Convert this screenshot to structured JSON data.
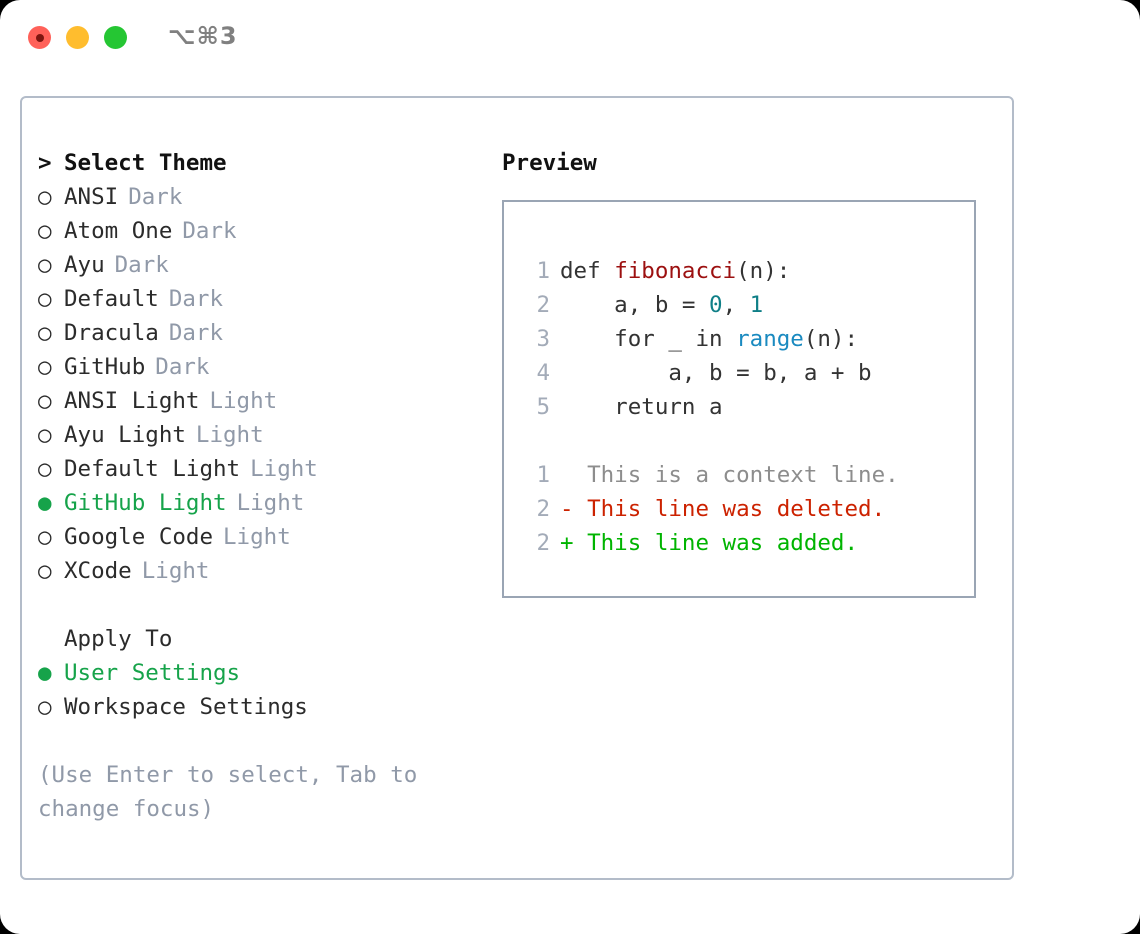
{
  "window": {
    "title": "⌥⌘3",
    "controls": [
      {
        "name": "close",
        "color": "#ff6159"
      },
      {
        "name": "minimize",
        "color": "#ffbd2e"
      },
      {
        "name": "maximize",
        "color": "#25c633"
      }
    ]
  },
  "colors": {
    "selected_green": "#16a34a",
    "muted": "#9099a8",
    "diff_add": "#00b400",
    "diff_del": "#cc2200",
    "diff_context": "#8d8d8d",
    "panel_border": "#b3bcc9",
    "code_border": "#9aa5b4",
    "syntax_function": "#9c1010",
    "syntax_number": "#0f7f87",
    "syntax_call": "#1a8ac0"
  },
  "theme_list": {
    "header_marker": ">",
    "header_label": "Select Theme",
    "unselected_marker": "○",
    "selected_marker": "●",
    "items": [
      {
        "marker": "○",
        "name": "ANSI",
        "category": "Dark",
        "selected": false
      },
      {
        "marker": "○",
        "name": "Atom One",
        "category": "Dark",
        "selected": false
      },
      {
        "marker": "○",
        "name": "Ayu",
        "category": "Dark",
        "selected": false
      },
      {
        "marker": "○",
        "name": "Default",
        "category": "Dark",
        "selected": false
      },
      {
        "marker": "○",
        "name": "Dracula",
        "category": "Dark",
        "selected": false
      },
      {
        "marker": "○",
        "name": "GitHub",
        "category": "Dark",
        "selected": false
      },
      {
        "marker": "○",
        "name": "ANSI Light",
        "category": "Light",
        "selected": false
      },
      {
        "marker": "○",
        "name": "Ayu Light",
        "category": "Light",
        "selected": false
      },
      {
        "marker": "○",
        "name": "Default Light",
        "category": "Light",
        "selected": false
      },
      {
        "marker": "●",
        "name": "GitHub Light",
        "category": "Light",
        "selected": true
      },
      {
        "marker": "○",
        "name": "Google Code",
        "category": "Light",
        "selected": false
      },
      {
        "marker": "○",
        "name": "XCode",
        "category": "Light",
        "selected": false
      }
    ]
  },
  "apply_to": {
    "header_label": "Apply To",
    "options": [
      {
        "marker": "●",
        "label": "User Settings",
        "selected": true
      },
      {
        "marker": "○",
        "label": "Workspace Settings",
        "selected": false
      }
    ]
  },
  "hint": "(Use Enter to select, Tab to change focus)",
  "preview": {
    "title": "Preview",
    "code_lines": [
      {
        "number": "1",
        "tokens": [
          {
            "text": "def ",
            "kind": "plain"
          },
          {
            "text": "fibonacci",
            "kind": "function"
          },
          {
            "text": "(n):",
            "kind": "plain"
          }
        ]
      },
      {
        "number": "2",
        "tokens": [
          {
            "text": "    a, b = ",
            "kind": "plain"
          },
          {
            "text": "0",
            "kind": "number"
          },
          {
            "text": ", ",
            "kind": "plain"
          },
          {
            "text": "1",
            "kind": "number"
          }
        ]
      },
      {
        "number": "3",
        "tokens": [
          {
            "text": "    for _ in ",
            "kind": "plain"
          },
          {
            "text": "range",
            "kind": "call"
          },
          {
            "text": "(n):",
            "kind": "plain"
          }
        ]
      },
      {
        "number": "4",
        "tokens": [
          {
            "text": "        a, b = b, a + b",
            "kind": "plain"
          }
        ]
      },
      {
        "number": "5",
        "tokens": [
          {
            "text": "    return a",
            "kind": "plain"
          }
        ]
      }
    ],
    "diff_lines": [
      {
        "number": "1",
        "prefix": "  ",
        "text": "This is a context line.",
        "kind": "context"
      },
      {
        "number": "2",
        "prefix": "- ",
        "text": "This line was deleted.",
        "kind": "deleted"
      },
      {
        "number": "2",
        "prefix": "+ ",
        "text": "This line was added.",
        "kind": "added"
      }
    ]
  }
}
